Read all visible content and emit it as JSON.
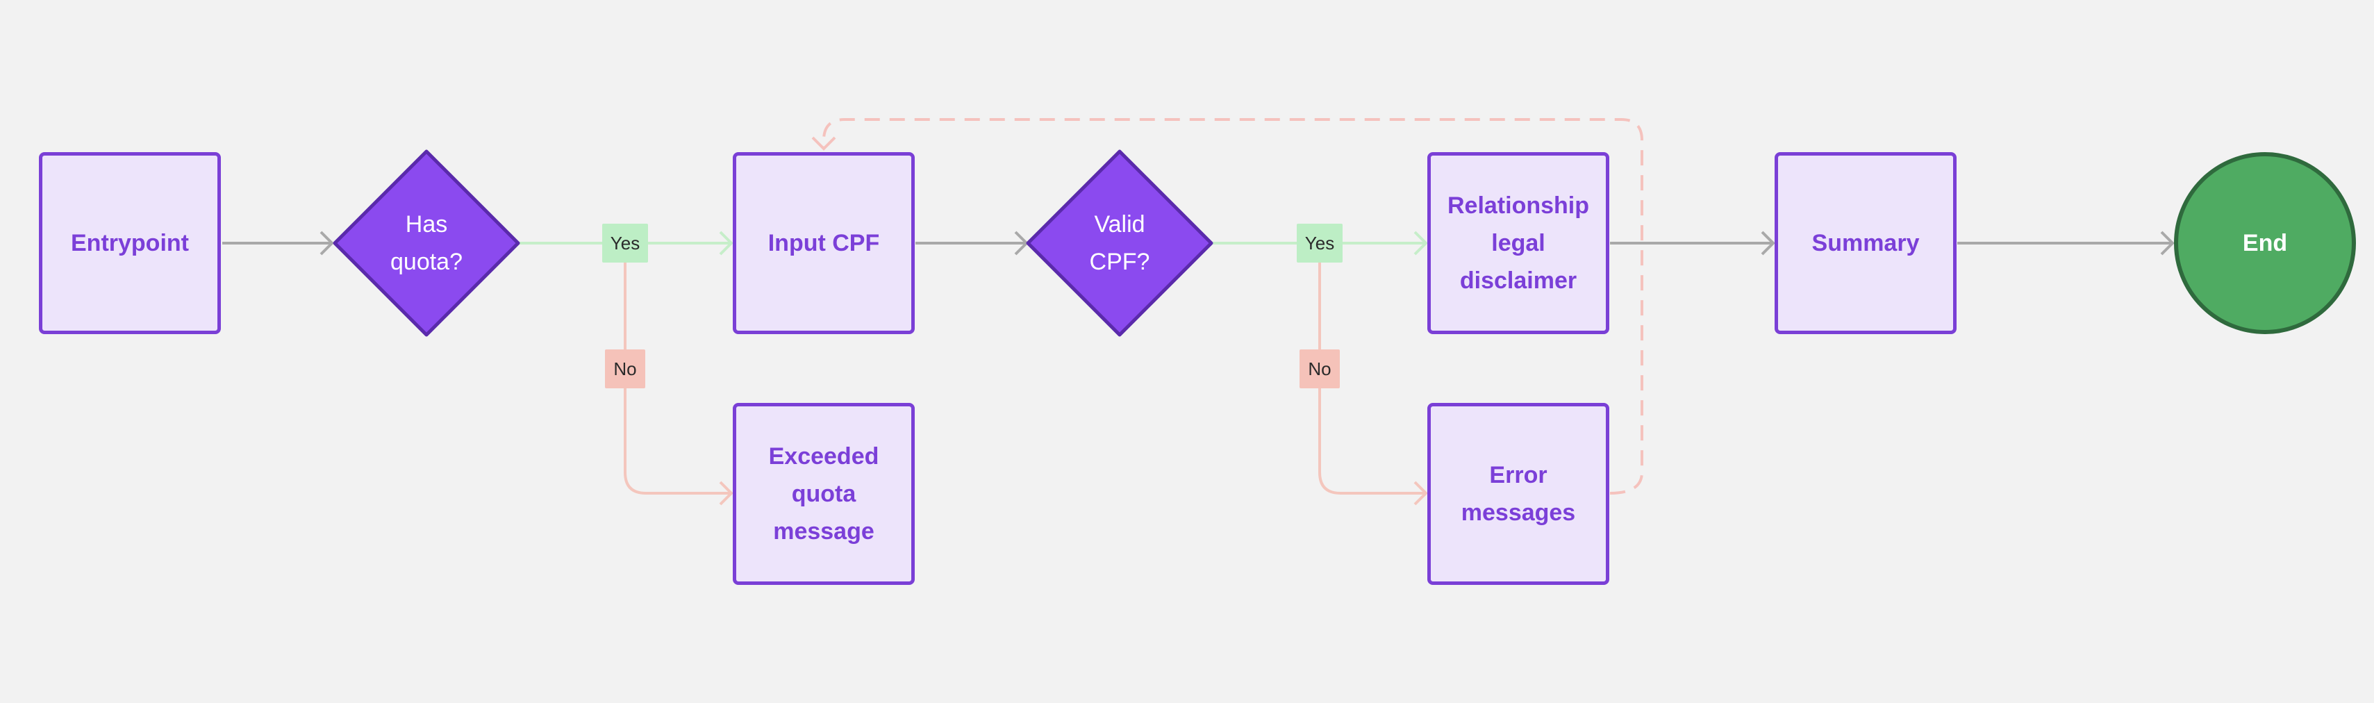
{
  "colors": {
    "background": "#f2f2f2",
    "process_fill": "#ede4fb",
    "process_border": "#7a3fd6",
    "process_text": "#7b3fd8",
    "decision_fill": "#8b4aef",
    "decision_border": "#5a2aab",
    "end_fill": "#4fab62",
    "end_border": "#2f6a3d",
    "yes_edge": "#c6eec9",
    "no_edge": "#f4c6bd",
    "default_edge": "#a9a9a9",
    "loop_edge": "#f5c2bd"
  },
  "nodes": {
    "entrypoint": {
      "label": "Entrypoint"
    },
    "has_quota": {
      "label": "Has\nquota?"
    },
    "input_cpf": {
      "label": "Input CPF"
    },
    "exceeded_quota": {
      "label": "Exceeded\nquota\nmessage"
    },
    "valid_cpf": {
      "label": "Valid\nCPF?"
    },
    "disclaimer": {
      "label": "Relationship\nlegal\ndisclaimer"
    },
    "error_messages": {
      "label": "Error\nmessages"
    },
    "summary": {
      "label": "Summary"
    },
    "end": {
      "label": "End"
    }
  },
  "edge_labels": {
    "quota_yes": "Yes",
    "quota_no": "No",
    "cpf_yes": "Yes",
    "cpf_no": "No"
  }
}
